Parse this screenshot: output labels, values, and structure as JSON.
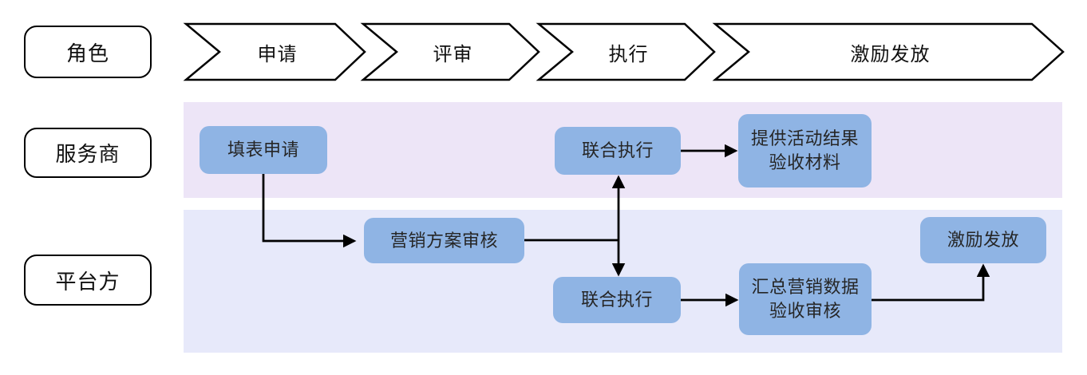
{
  "header": {
    "role_label": "角色",
    "phases": [
      {
        "label": "申请"
      },
      {
        "label": "评审"
      },
      {
        "label": "执行"
      },
      {
        "label": "激励发放"
      }
    ]
  },
  "lanes": [
    {
      "label": "服务商"
    },
    {
      "label": "平台方"
    }
  ],
  "nodes": {
    "fill_form": "填表申请",
    "joint_exec_provider": "联合执行",
    "provide_results": "提供活动结果\n验收材料",
    "marketing_review": "营销方案审核",
    "joint_exec_platform": "联合执行",
    "summary_review": "汇总营销数据\n验收审核",
    "incentive": "激励发放"
  },
  "edges": [
    {
      "from": "填表申请",
      "to": "营销方案审核"
    },
    {
      "from": "营销方案审核",
      "to": "联合执行 (服务商)"
    },
    {
      "from": "营销方案审核",
      "to": "联合执行 (平台方)"
    },
    {
      "from": "联合执行 (服务商)",
      "to": "提供活动结果验收材料"
    },
    {
      "from": "联合执行 (平台方)",
      "to": "汇总营销数据验收审核"
    },
    {
      "from": "汇总营销数据验收审核",
      "to": "激励发放"
    }
  ],
  "colors": {
    "lane_provider_bg": "#ede5f7",
    "lane_platform_bg": "#e7e9fa",
    "node_bg": "#8fb4e4",
    "line": "#000000"
  }
}
